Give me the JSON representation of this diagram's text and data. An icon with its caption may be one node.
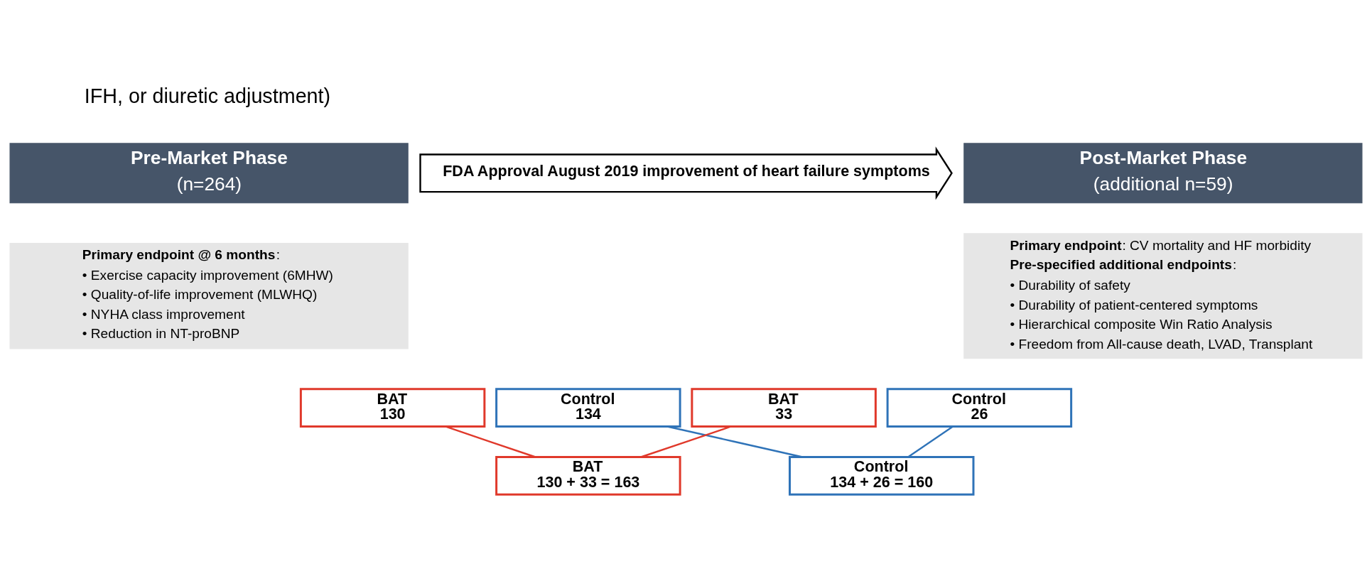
{
  "diagram": {
    "nodes": [
      {
        "text": [
          "Pre-Market Phase",
          "(n=264)"
        ]
      },
      {
        "text": [
          "**Primary endpoint @ 6 months**:",
          "• Exercise capacity improvement (6MHW)",
          "• Quality-of-life improvement (MLWHQ)",
          "• NYHA class improvement",
          "• Reduction in NT-proBNP"
        ]
      },
      {
        "text": [
          "FDA Approval August 2019 improvement of heart failure symptoms"
        ]
      },
      {
        "text": [
          "Post-Market Phase",
          "(additional n=59)"
        ]
      },
      {
        "text": [
          "**Primary endpoint**: CV mortality and HF morbidity",
          "**Pre-specified additional endpoints**:",
          "• Durability of safety",
          "• Durability of patient-centered symptoms",
          "• Hierarchical composite Win Ratio Analysis",
          "• Freedom from All-cause death, LVAD, Transplant"
        ]
      },
      {
        "text": [
          "BAT",
          "130"
        ]
      },
      {
        "text": [
          "Control",
          "134"
        ]
      },
      {
        "text": [
          "BAT",
          "33"
        ]
      },
      {
        "text": [
          "Control",
          "26"
        ]
      },
      {
        "text": [
          "BAT",
          "130 + 33 = 163"
        ]
      },
      {
        "text": [
          "Control",
          "134 + 26 = 160"
        ]
      }
    ],
    "edges": [
      {
        "from": 5,
        "to": 9,
        "arrow": "none",
        "color": "#e0392b"
      },
      {
        "from": 6,
        "to": 10,
        "arrow": "none",
        "color": "#2f73b8"
      },
      {
        "from": 7,
        "to": 9,
        "arrow": "none",
        "color": "#e0392b"
      },
      {
        "from": 8,
        "to": 10,
        "arrow": "none",
        "color": "#2f73b8"
      }
    ],
    "labels": [
      "IFH, or diuretic adjustment)"
    ]
  }
}
